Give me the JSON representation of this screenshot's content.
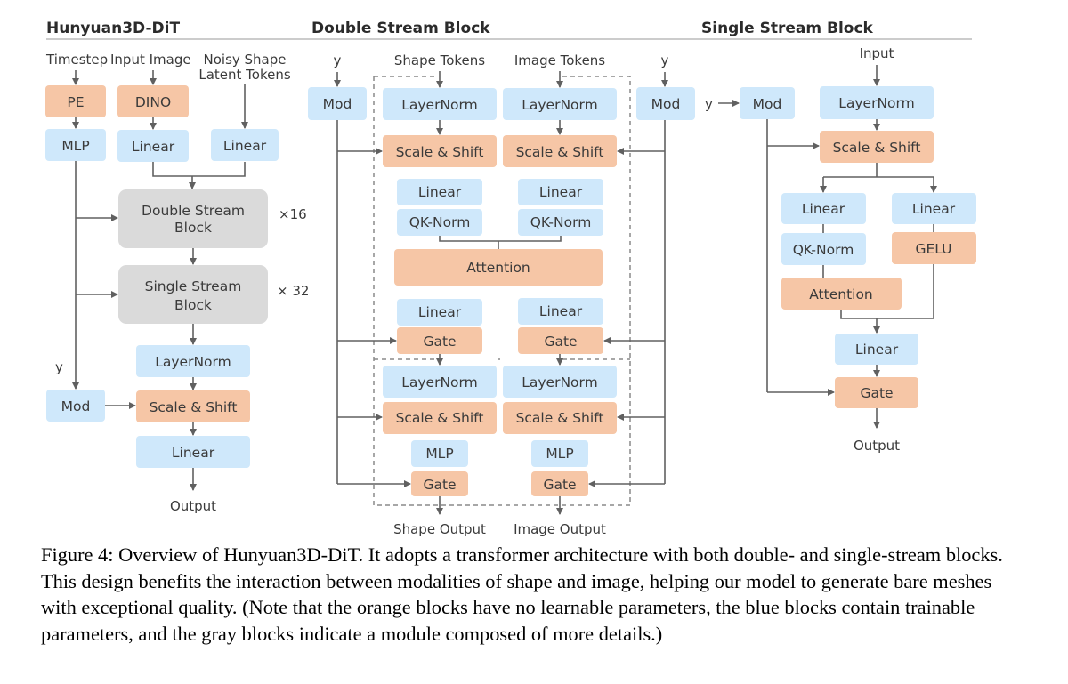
{
  "headers": {
    "left": "Hunyuan3D-DiT",
    "middle": "Double Stream Block",
    "right": "Single Stream Block"
  },
  "left": {
    "timestep": "Timestep",
    "input_image": "Input Image",
    "noisy_line1": "Noisy Shape",
    "noisy_line2": "Latent Tokens",
    "pe": "PE",
    "dino": "DINO",
    "mlp": "MLP",
    "linear": "Linear",
    "double_line1": "Double Stream",
    "double_line2": "Block",
    "double_repeat": "×16",
    "single_line1": "Single Stream",
    "single_line2": "Block",
    "single_repeat": "× 32",
    "y": "y",
    "mod": "Mod",
    "layernorm": "LayerNorm",
    "scale_shift": "Scale & Shift",
    "output": "Output"
  },
  "middle": {
    "y": "y",
    "mod": "Mod",
    "shape_tokens": "Shape Tokens",
    "image_tokens": "Image Tokens",
    "layernorm": "LayerNorm",
    "scale_shift": "Scale & Shift",
    "linear": "Linear",
    "qknorm": "QK-Norm",
    "attention": "Attention",
    "gate": "Gate",
    "mlp": "MLP",
    "shape_output": "Shape Output",
    "image_output": "Image Output"
  },
  "right": {
    "y": "y",
    "mod": "Mod",
    "input": "Input",
    "layernorm": "LayerNorm",
    "scale_shift": "Scale & Shift",
    "linear": "Linear",
    "qknorm": "QK-Norm",
    "gelu": "GELU",
    "attention": "Attention",
    "gate": "Gate",
    "output": "Output"
  },
  "colors": {
    "trainable_blue": "#cfe8fb",
    "parameter_free_orange": "#f6c6a6",
    "composite_gray": "#dadada"
  },
  "caption": "Figure 4: Overview of Hunyuan3D-DiT. It adopts a transformer architecture with both double- and single-stream blocks. This design benefits the interaction between modalities of shape and image, helping our model to generate bare meshes with exceptional quality. (Note that the orange blocks have no learnable parameters, the blue blocks contain trainable parameters, and the gray blocks indicate a module composed of more details.)"
}
